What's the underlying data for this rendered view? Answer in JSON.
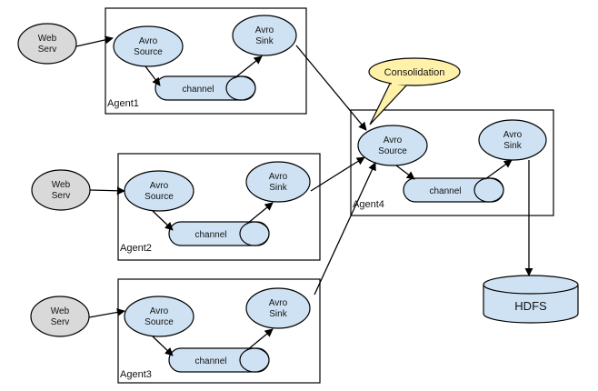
{
  "consolidation": {
    "label": "Consolidation"
  },
  "agents": [
    {
      "name": "Agent1",
      "source": [
        "Avro",
        "Source"
      ],
      "sink": [
        "Avro",
        "Sink"
      ],
      "channel": "channel",
      "webserv": [
        "Web",
        "Serv"
      ]
    },
    {
      "name": "Agent2",
      "source": [
        "Avro",
        "Source"
      ],
      "sink": [
        "Avro",
        "Sink"
      ],
      "channel": "channel",
      "webserv": [
        "Web",
        "Serv"
      ]
    },
    {
      "name": "Agent3",
      "source": [
        "Avro",
        "Source"
      ],
      "sink": [
        "Avro",
        "Sink"
      ],
      "channel": "channel",
      "webserv": [
        "Web",
        "Serv"
      ]
    },
    {
      "name": "Agent4",
      "source": [
        "Avro",
        "Source"
      ],
      "sink": [
        "Avro",
        "Sink"
      ],
      "channel": "channel"
    }
  ],
  "hdfs": {
    "label": "HDFS"
  },
  "colors": {
    "node_fill": "#cfe2f3",
    "webserv_fill": "#d9d9d9",
    "callout_fill": "#fff2a8",
    "stroke": "#000000"
  }
}
